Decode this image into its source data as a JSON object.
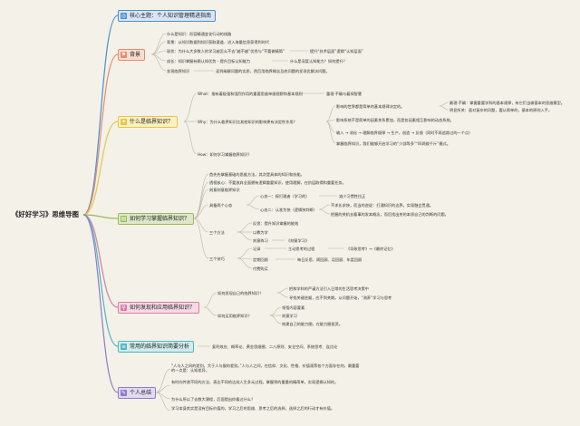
{
  "root": "《好好学习》思维导图",
  "branches": {
    "core": "核心主题：个人知识管理精进指南",
    "background": "背景",
    "what": "什么是临界知识？",
    "learn": "如何学习掌握临界知识？",
    "find": "如何发现和应用临界知识？",
    "common": "常用的临界知识简要分析",
    "summary": "个人总结"
  },
  "icons": {
    "core": "target-icon",
    "background": "flag-icon",
    "what": "lightbulb-icon",
    "learn": "book-icon",
    "find": "search-icon",
    "common": "list-icon",
    "summary": "pen-icon"
  },
  "texts": {
    "bg1": "什么是知识：形容精通变化行动的线路",
    "bg2": "背景：从知识数据到知识获取渠道、进入海量信息获得到时代",
    "bg3": "现状：为什么大多数人的学习越怎么不去“越不越”优秀与“不要做精简”",
    "bg3b": "提升“技术层面”逻辑“认知层面”",
    "bg4": "成长：知识掌握有赖认知优势 - 提升目标认知能力",
    "bg4b": "什么是深度认知能力？如何提升？",
    "bg5": "发现临界知识",
    "bg5b": "读到缘解问题的实质，然后用临界概念及底问题的发现优解决问题。",
    "w1": "What：指有着极强和强烈作用的重要思维单维视野和基本规则",
    "w1b": "重理·不确与着探智慧",
    "w2": "Why：为什么临界知识比其他知识的影响更有决定性作用？",
    "w2a": "影响的世界都是简单的基本规律决定的。",
    "w2a1": "最理·不确：掌握重要学科的基本规律，有它们当做基本的思维模型。",
    "w2a2": "明显所关：面对复杂的问题，要从简单的，基本的原则入手。",
    "w2b": "影响系统不是简单的因素关系累加，而是各因素相互影响的动态系统。",
    "w2c": "输入 → 消化 → 理解临界规律 → 生产，创造 → 反馈（同时不再追踪过的一个点）",
    "w2d": "掌握临界知识，我们能够开启学习的“少部等多”“四两拨千斤”模式。",
    "w3": "How：如何学习掌握临界知识？",
    "l1": "首先先掌握基础的思维方法，其次是具体的知识和技能。",
    "l2": "透视核心：不要放弃全面拥有逻辑重要知识，使用理解，在阶层取得和重要任务。",
    "l3": "刻意刻意临界知识",
    "l4": "具备两个心态",
    "l4a": "心态一：探打理者（学习的）",
    "l4a1": "减少习惯性拉正",
    "l4b": "心态二：认准为快（逻辑快判断）",
    "l4b1": "不求长求快，而当的逆说：打通知识的边界，实现融会贯通。",
    "l4b2": "把握的关机去看事的发本概念，而后找出关的本质自己的判断的问题。",
    "l5": "三个方法",
    "l5a": "反思：提升知识掌握的能效",
    "l5b": "以教为学",
    "l5c": "刻意练习",
    "l5c1": "《刻意学习》",
    "l6": "三个技巧",
    "l6a": "记录",
    "l6a1": "主动思考的过程",
    "l6a2": "《导致思考》→《最终记忆》",
    "l6b": "定期回顾",
    "l6b1": "每日反思、周回顾、月回顾、年度回顾",
    "l6c": "付费购买",
    "f1": "如何发现自己的临界知识？",
    "f1a": "把和学科的严谨方法引入日常的生活思考决策中",
    "f1b": "寻找关键逆顺，应不到关期。从问题开始，“测养”学习与思考",
    "f2": "如何运用临界知识？",
    "f2a": "领悟内容要素",
    "f2b": "刻意学习",
    "f2c": "构建自己的能力圈，在能力圈投资。",
    "c1": "复利效应、概率论、黄金思维圈、二八原则、安全空间、系统思考、连比论",
    "s1": "“人与人之间的差别，大于人与猴的差别。”人与人之间，在信仰、文化、性格、价值观等各个方面存在的，最重要的一点是：认知差异。",
    "s1b": "有时向传递不同的方法，表达不同的达成人生多元过程。掌握到的重量的精简单，实现逻辑认知的。",
    "s2": "为什么所以了去数大课程，后面提出你看过什么？",
    "s3": "学习本身其实是没有目标价值的，学习之后的思维、思考之后的选择，选择之后的行动才有价值。"
  },
  "colors": {
    "root_line": "#e9b949",
    "core": "#4d8fd1",
    "background": "#e98a6a",
    "what": "#e6c64a",
    "learn": "#9cb95c",
    "find": "#d77fa3",
    "common": "#4fb7c0",
    "summary": "#8f7ac9"
  }
}
